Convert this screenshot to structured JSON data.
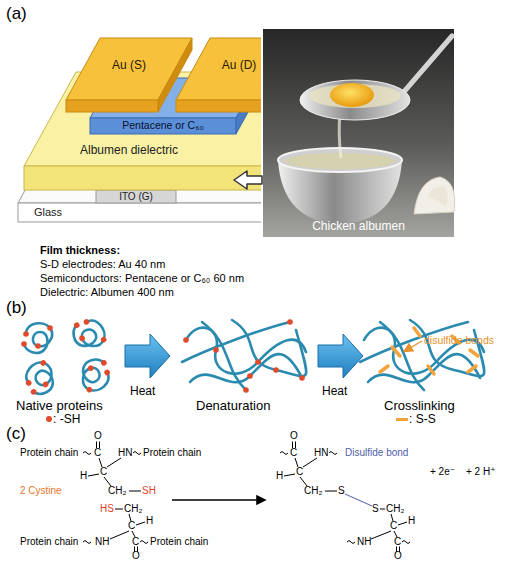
{
  "diagram": {
    "nodes": [
      {
        "text": [
          "Au (S)"
        ]
      },
      {
        "text": [
          "Au (D)"
        ]
      },
      {
        "text": [
          "Pentacene or C₆₀"
        ]
      },
      {
        "text": [
          "Albumen dielectric"
        ]
      },
      {
        "text": [
          "ITO (G)"
        ]
      },
      {
        "text": [
          "Glass"
        ]
      },
      {
        "text": [
          "Chicken albumen"
        ]
      }
    ],
    "edges": [
      {
        "from": 6,
        "to": 3,
        "arrow": "to"
      }
    ],
    "labels": [
      "(a)",
      "Film thickness:",
      "S-D electrodes: Au 40 nm",
      "Semiconductors: Pentacene or C₆₀ 60 nm",
      "Dielectric: Albumen 400 nm",
      "(b)",
      "Heat",
      "Heat",
      "Native proteins",
      "Denaturation",
      "Crosslinking",
      "disulfide bonds",
      "(c)",
      "Protein chain",
      "C",
      "O",
      "HN",
      "Protein chain",
      "H",
      "C",
      "CH₂",
      "SH",
      "2 Cystine",
      "HS",
      "CH₂",
      "H",
      "C",
      "Protein chain",
      "NH",
      "C",
      "O",
      "Protein chain",
      "C",
      "O",
      "HN",
      "Disulfide bond",
      "H",
      "C",
      "CH₂",
      "S",
      "S",
      "CH₂",
      "+ 2e⁻",
      "+ 2 H⁺",
      "H",
      "C",
      "NH",
      "C",
      "O"
    ],
    "legend": [
      {
        "text": ": -SH",
        "color": "#e04a2a"
      },
      {
        "text": ": S-S"
      }
    ]
  }
}
